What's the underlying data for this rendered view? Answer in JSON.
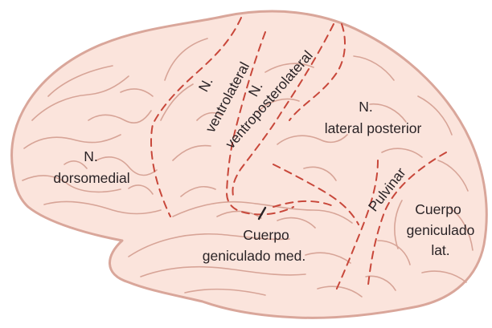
{
  "diagram": {
    "colors": {
      "background": "#ffffff",
      "cortex_fill": "#fbe4dc",
      "outline": "#d9a69a",
      "sulcus": "#d7a497",
      "boundary_dashed": "#c8473a",
      "label_text": "#2a2326"
    },
    "labels": {
      "dorsomedial_abbrev": "N.",
      "dorsomedial_name": "dorsomedial",
      "ventrolateral_abbrev": "N.",
      "ventrolateral_name": "ventrolateral",
      "ventroposterolateral_abbrev": "N.",
      "ventroposterolateral_name": "ventroposterolateral",
      "lateral_posterior_abbrev": "N.",
      "lateral_posterior_name": "lateral posterior",
      "pulvinar": "Pulvinar",
      "medial_geniculate_line1": "Cuerpo",
      "medial_geniculate_line2": "geniculado med.",
      "lateral_geniculate_line1": "Cuerpo",
      "lateral_geniculate_line2": "geniculado",
      "lateral_geniculate_line3": "lat."
    }
  }
}
